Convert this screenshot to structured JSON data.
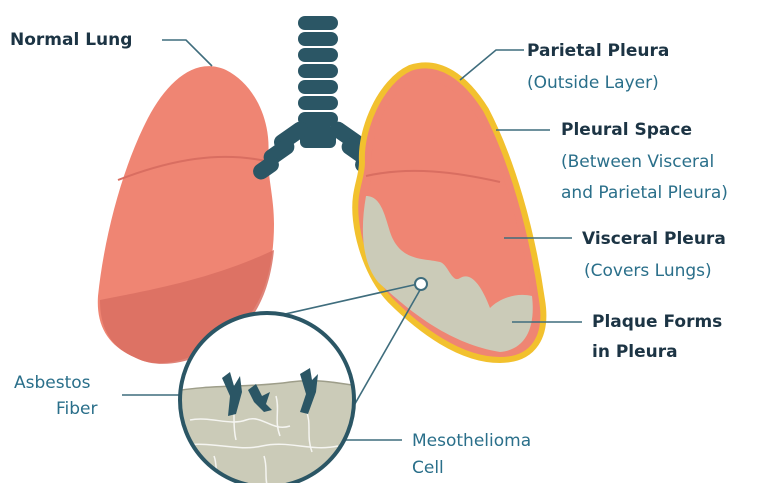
{
  "labels": {
    "normal_lung": "Normal Lung",
    "parietal_pleura": "Parietal Pleura",
    "parietal_pleura_sub": "(Outside Layer)",
    "pleural_space": "Pleural Space",
    "pleural_space_sub1": "(Between Visceral",
    "pleural_space_sub2": "and Parietal Pleura)",
    "visceral_pleura": "Visceral Pleura",
    "visceral_pleura_sub": "(Covers Lungs)",
    "plaque_line1": "Plaque Forms",
    "plaque_line2": "in Pleura",
    "asbestos_line1": "Asbestos",
    "asbestos_line2": "Fiber",
    "meso_line1": "Mesothelioma",
    "meso_line2": "Cell"
  },
  "colors": {
    "lung": "#ef8573",
    "lung_shadow": "#d96e61",
    "trachea": "#2b5665",
    "pleura_outline": "#f2c12e",
    "plaque": "#cbcbb8",
    "leader_line": "#3f6d7d",
    "bold_text": "#1c3444",
    "sub_text": "#2a6f8a"
  },
  "icons": [
    "trachea-icon",
    "left-lung-icon",
    "right-lung-icon",
    "magnifier-circle-icon",
    "asbestos-fiber-icon"
  ]
}
